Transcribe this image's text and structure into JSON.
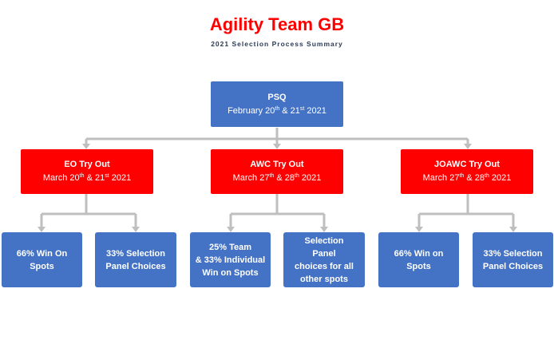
{
  "header": {
    "title": "Agility Team GB",
    "subtitle": "2021 Selection Process Summary"
  },
  "root": {
    "title": "PSQ",
    "date": {
      "m": "February 20",
      "s1": "th",
      "mid": " & 21",
      "s2": "st",
      "y": " 2021"
    }
  },
  "tryouts": [
    {
      "title": "EO Try Out",
      "date": {
        "m": "March 20",
        "s1": "th",
        "mid": " & 21",
        "s2": "st",
        "y": " 2021"
      },
      "outcomes": [
        [
          "66% Win On",
          "Spots"
        ],
        [
          "33% Selection",
          "Panel Choices"
        ]
      ]
    },
    {
      "title": "AWC Try Out",
      "date": {
        "m": "March 27",
        "s1": "th",
        "mid": " & 28",
        "s2": "th",
        "y": " 2021"
      },
      "outcomes": [
        [
          "25% Team",
          "& 33% Individual",
          "Win on Spots"
        ],
        [
          "Selection",
          "Panel",
          "choices for all",
          "other spots"
        ]
      ]
    },
    {
      "title": "JOAWC Try Out",
      "date": {
        "m": "March 27",
        "s1": "th",
        "mid": " & 28",
        "s2": "th",
        "y": " 2021"
      },
      "outcomes": [
        [
          "66% Win on",
          "Spots"
        ],
        [
          "33% Selection",
          "Panel Choices"
        ]
      ]
    }
  ],
  "colors": {
    "title": "#ff0000",
    "blue_box": "#4472c4",
    "red_box": "#ff0000",
    "connector": "#bfbfbf"
  }
}
